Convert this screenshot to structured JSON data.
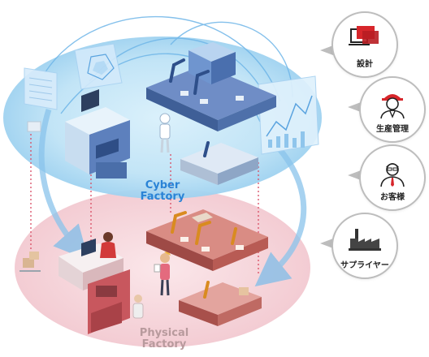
{
  "layers": {
    "cyber_label": "Cyber\nFactory",
    "physical_label": "Physical\nFactory"
  },
  "stakeholders": [
    {
      "label": "設計",
      "icon": "design-icon"
    },
    {
      "label": "生産管理",
      "icon": "production-manager-icon"
    },
    {
      "label": "お客様",
      "icon": "customer-icon"
    },
    {
      "label": "サプライヤー",
      "icon": "supplier-factory-icon"
    }
  ],
  "colors": {
    "cyber_layer": "#bfe3f6",
    "physical_layer": "#f7dbe0",
    "arrow": "#8ac4ec",
    "accent_red": "#d7262b",
    "machine_blue": "#4f77b8",
    "machine_red": "#c4555a"
  }
}
